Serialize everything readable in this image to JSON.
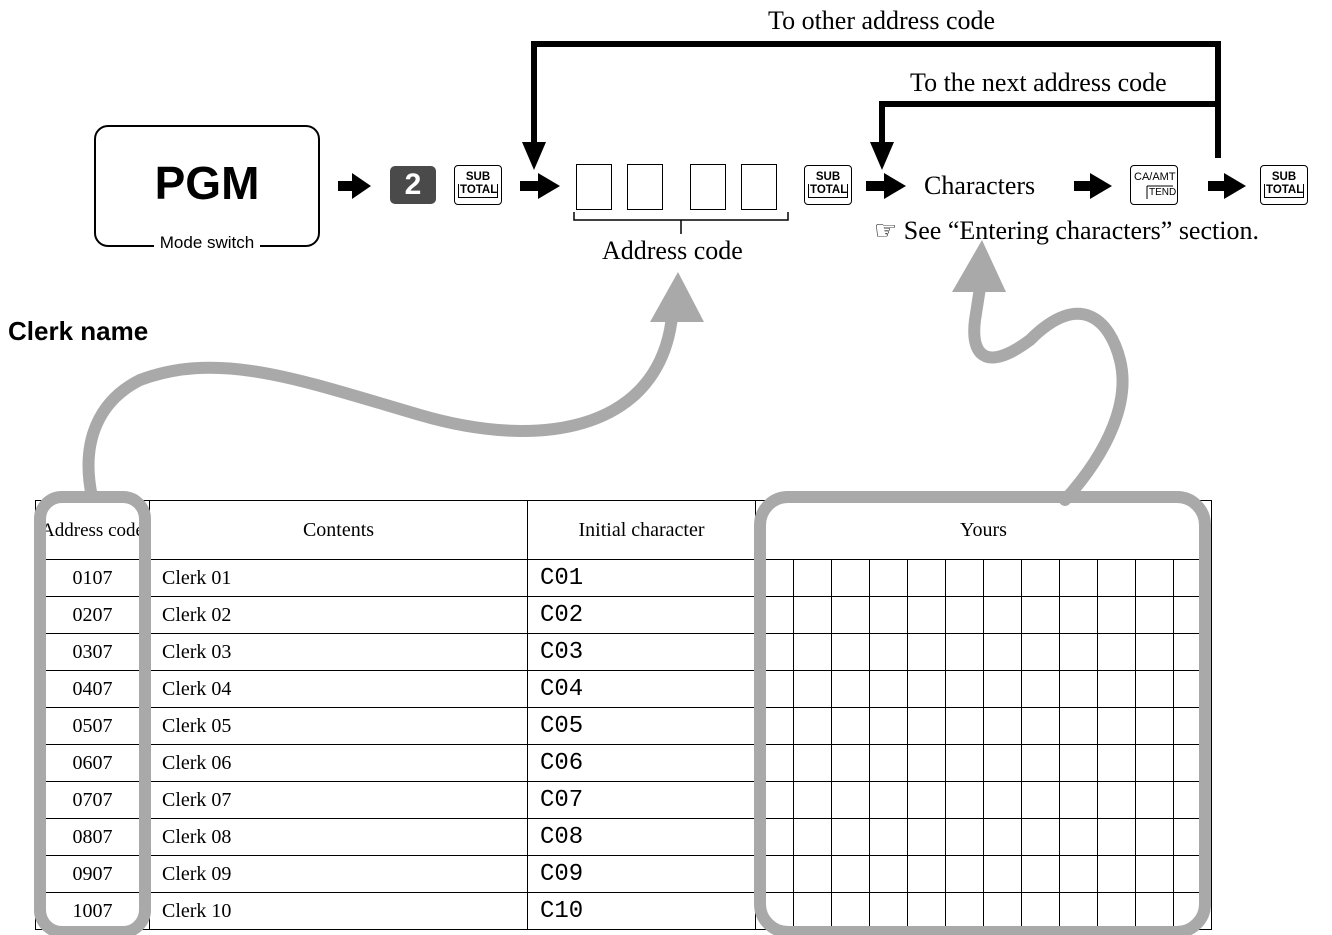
{
  "flow": {
    "top_label": "To other address code",
    "next_label": "To the next address code",
    "mode_switch": {
      "value": "PGM",
      "caption": "Mode switch"
    },
    "key_number": "2",
    "sub_total_key": {
      "top": "SUB",
      "bottom": "TOTAL"
    },
    "ca_amt_tend_key": {
      "top": "CA/AMT",
      "bottom": "TEND"
    },
    "address_code_label": "Address code",
    "characters_label": "Characters",
    "see_note": "☞ See “Entering characters” section.",
    "arrow_color": "#aaaaaa"
  },
  "section_title": "Clerk name",
  "table": {
    "headers": {
      "address_code": "Address code",
      "contents": "Contents",
      "initial_character": "Initial character",
      "yours": "Yours"
    },
    "yours_columns": 12,
    "rows": [
      {
        "address": "0107",
        "contents": "Clerk 01",
        "initial": "C01"
      },
      {
        "address": "0207",
        "contents": "Clerk 02",
        "initial": "C02"
      },
      {
        "address": "0307",
        "contents": "Clerk 03",
        "initial": "C03"
      },
      {
        "address": "0407",
        "contents": "Clerk 04",
        "initial": "C04"
      },
      {
        "address": "0507",
        "contents": "Clerk 05",
        "initial": "C05"
      },
      {
        "address": "0607",
        "contents": "Clerk 06",
        "initial": "C06"
      },
      {
        "address": "0707",
        "contents": "Clerk 07",
        "initial": "C07"
      },
      {
        "address": "0807",
        "contents": "Clerk 08",
        "initial": "C08"
      },
      {
        "address": "0907",
        "contents": "Clerk 09",
        "initial": "C09"
      },
      {
        "address": "1007",
        "contents": "Clerk 10",
        "initial": "C10"
      }
    ]
  }
}
